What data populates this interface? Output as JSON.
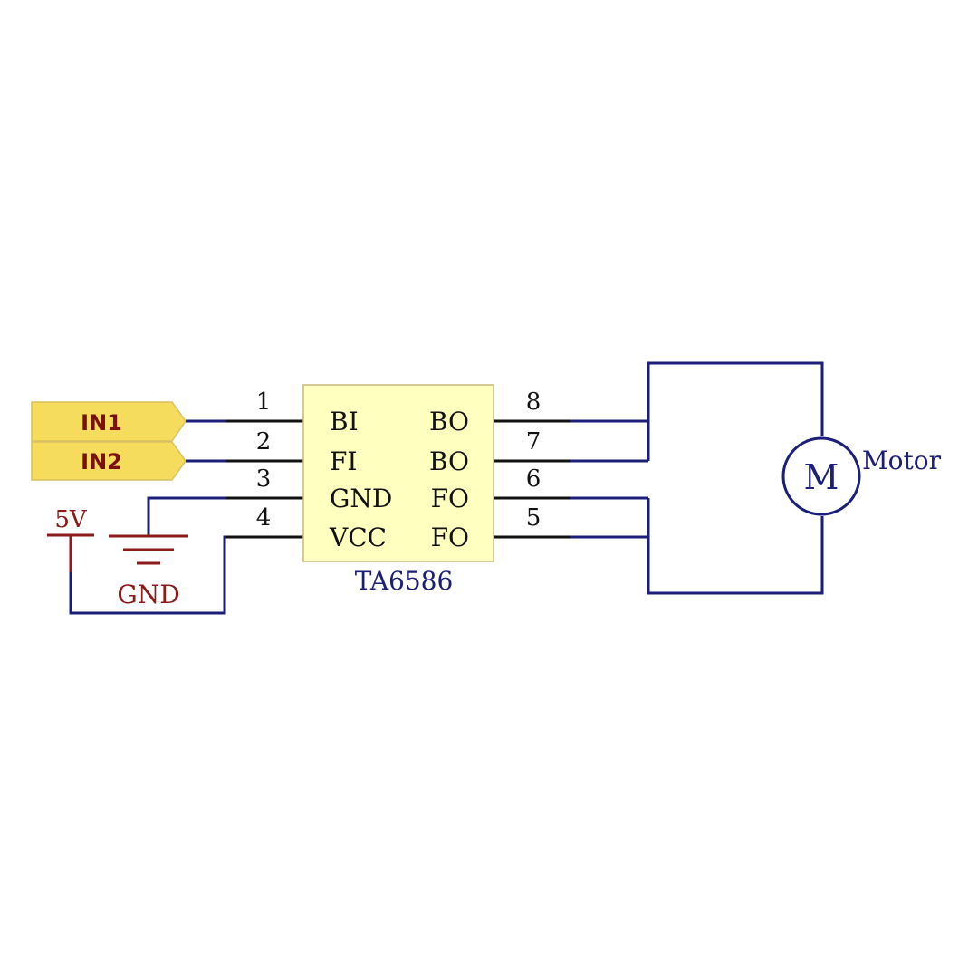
{
  "inputs": [
    {
      "label": "IN1"
    },
    {
      "label": "IN2"
    }
  ],
  "chip": {
    "name": "TA6586",
    "pins_left": [
      {
        "number": "1",
        "label": "BI"
      },
      {
        "number": "2",
        "label": "FI"
      },
      {
        "number": "3",
        "label": "GND"
      },
      {
        "number": "4",
        "label": "VCC"
      }
    ],
    "pins_right": [
      {
        "number": "8",
        "label": "BO"
      },
      {
        "number": "7",
        "label": "BO"
      },
      {
        "number": "6",
        "label": "FO"
      },
      {
        "number": "5",
        "label": "FO"
      }
    ]
  },
  "power": {
    "label": "5V"
  },
  "ground": {
    "label": "GND"
  },
  "motor": {
    "symbol": "M",
    "label": "Motor"
  },
  "colors": {
    "wire": "#1c1f7a",
    "pin": "#111111",
    "chip_fill": "#ffffc0",
    "chip_border": "#c8b878",
    "input_fill": "#f5dc5c",
    "input_text": "#7a1010",
    "power": "#8b1a1a"
  }
}
